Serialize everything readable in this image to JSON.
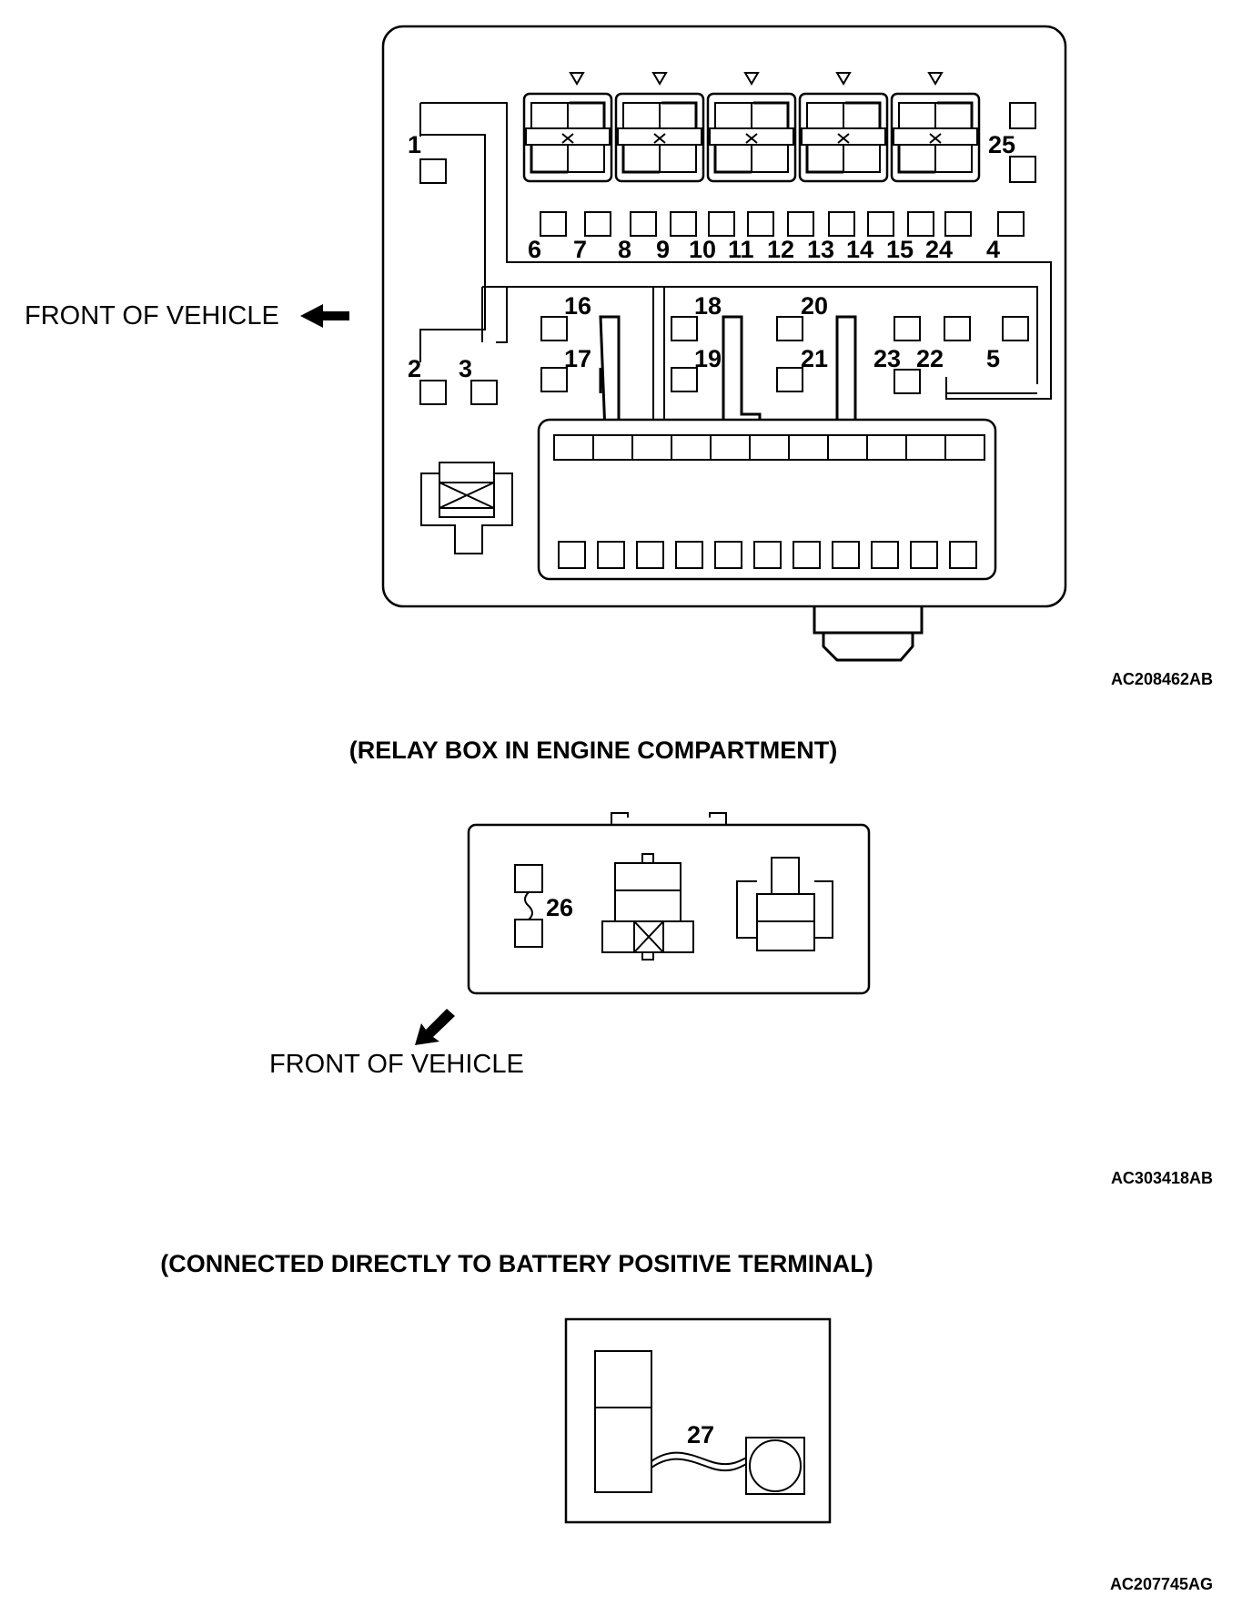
{
  "figure1": {
    "front_label": "FRONT OF VEHICLE",
    "code": "AC208462AB",
    "connector_numbers": [
      "1",
      "2",
      "3",
      "4",
      "5",
      "6",
      "7",
      "8",
      "9",
      "10",
      "11",
      "12",
      "13",
      "14",
      "15",
      "16",
      "17",
      "18",
      "19",
      "20",
      "21",
      "22",
      "23",
      "24",
      "25"
    ]
  },
  "figure2": {
    "heading": "(RELAY BOX IN ENGINE COMPARTMENT)",
    "front_label": "FRONT OF VEHICLE",
    "code": "AC303418AB",
    "connector_number": "26"
  },
  "figure3": {
    "heading": "(CONNECTED DIRECTLY TO BATTERY POSITIVE TERMINAL)",
    "code": "AC207745AG",
    "connector_number": "27"
  }
}
